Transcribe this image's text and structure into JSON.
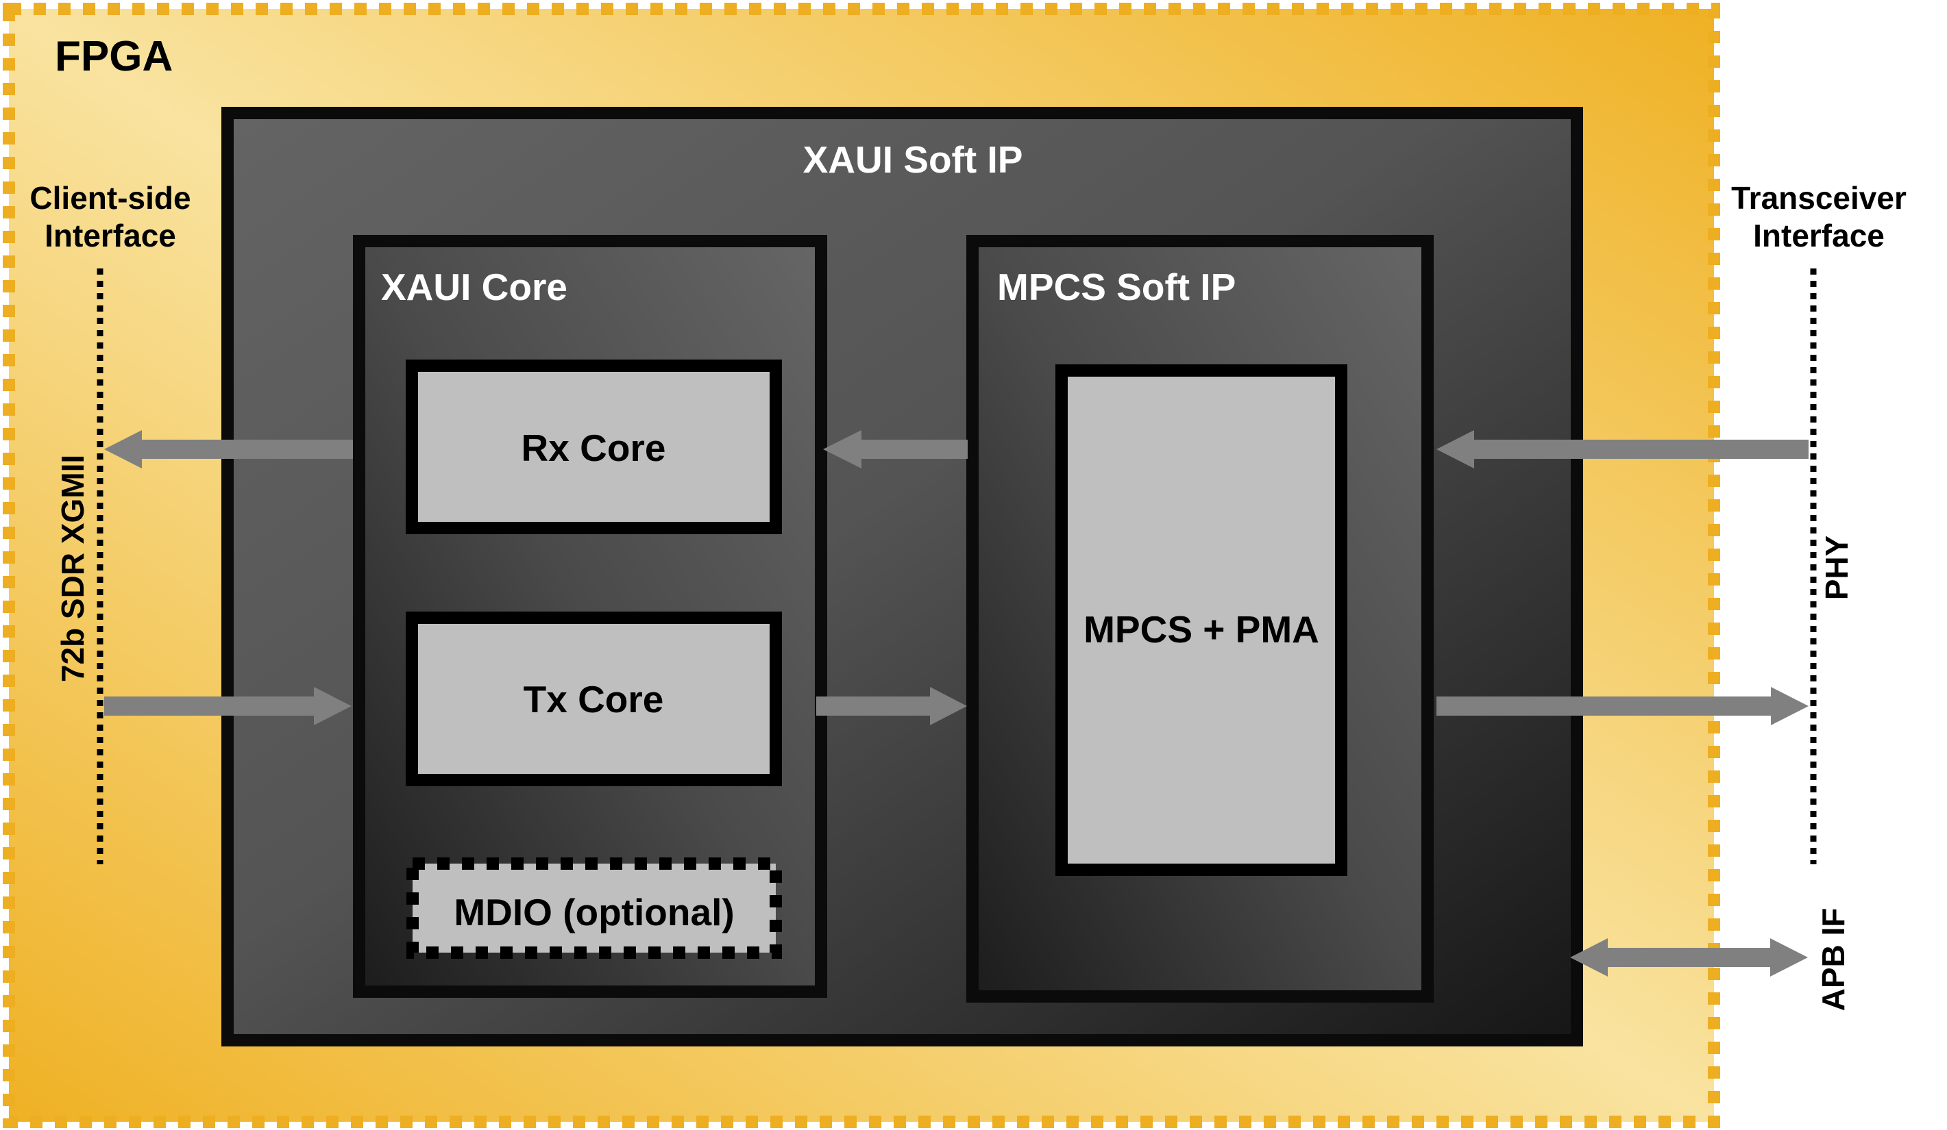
{
  "diagram": {
    "title": "XAUI Soft IP block diagram",
    "fpga": {
      "label": "FPGA"
    },
    "client_interface": {
      "title_line1": "Client-side",
      "title_line2": "Interface",
      "bus_label": "72b SDR XGMII"
    },
    "transceiver_interface": {
      "title_line1": "Transceiver",
      "title_line2": "Interface",
      "bus_label": "PHY"
    },
    "apb": {
      "label": "APB IF"
    },
    "xaui_soft_ip": {
      "label": "XAUI Soft IP",
      "xaui_core": {
        "label": "XAUI Core",
        "blocks": [
          {
            "id": "rx",
            "label": "Rx Core"
          },
          {
            "id": "tx",
            "label": "Tx Core"
          },
          {
            "id": "mdio",
            "label": "MDIO (optional)",
            "optional": true
          }
        ]
      },
      "mpcs_soft_ip": {
        "label": "MPCS Soft IP",
        "blocks": [
          {
            "id": "mpcs_pma",
            "label": "MPCS + PMA"
          }
        ]
      }
    },
    "connections": [
      {
        "from": "XAUI Core (Rx Core)",
        "to": "Client-side Interface",
        "direction": "rx"
      },
      {
        "from": "Client-side Interface",
        "to": "XAUI Core (Tx Core)",
        "direction": "tx"
      },
      {
        "from": "MPCS Soft IP",
        "to": "XAUI Core (Rx Core)",
        "direction": "rx"
      },
      {
        "from": "XAUI Core (Tx Core)",
        "to": "MPCS Soft IP",
        "direction": "tx"
      },
      {
        "from": "Transceiver Interface (PHY)",
        "to": "MPCS Soft IP",
        "direction": "rx"
      },
      {
        "from": "MPCS Soft IP",
        "to": "Transceiver Interface (PHY)",
        "direction": "tx"
      },
      {
        "from": "XAUI Soft IP",
        "to": "APB IF",
        "direction": "bidirectional"
      }
    ],
    "colors": {
      "fpga_fill_light": "#F9E3A0",
      "fpga_fill_dark": "#EFB124",
      "fpga_border": "#EDAE22",
      "panel_light": "#646464",
      "panel_dark": "#1A1A1A",
      "block_fill": "#BFBFBF",
      "arrow": "#808080",
      "outline": "#0B0B0B"
    }
  }
}
